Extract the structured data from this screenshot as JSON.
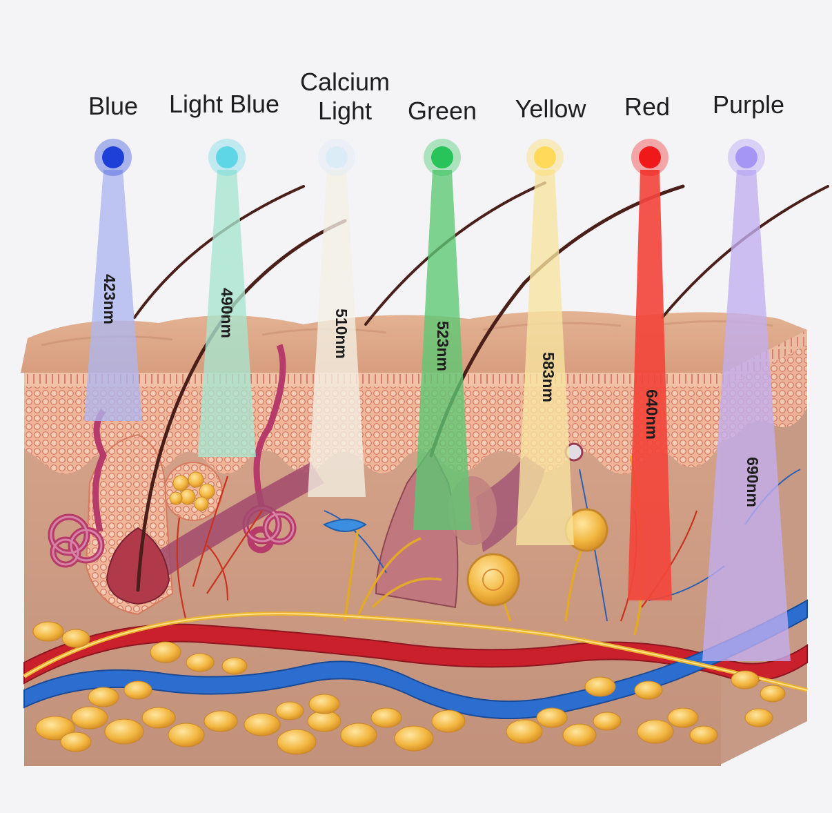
{
  "lights": [
    {
      "name": "Blue",
      "wavelength": "423nm",
      "color": "#1f3fd9",
      "beam": "#aeb6f0"
    },
    {
      "name": "Light Blue",
      "wavelength": "490nm",
      "color": "#5fd6e6",
      "beam": "#a6e6cf"
    },
    {
      "name": "Calcium Light",
      "wavelength": "510nm",
      "color": "#dcecf6",
      "beam": "#f3efe4"
    },
    {
      "name": "Green",
      "wavelength": "523nm",
      "color": "#28c45a",
      "beam": "#5cc873"
    },
    {
      "name": "Yellow",
      "wavelength": "583nm",
      "color": "#ffd95a",
      "beam": "#f7e4a0"
    },
    {
      "name": "Red",
      "wavelength": "640nm",
      "color": "#f01818",
      "beam": "#f2463c"
    },
    {
      "name": "Purple",
      "wavelength": "690nm",
      "color": "#a596f5",
      "beam": "#c2aef0"
    }
  ]
}
